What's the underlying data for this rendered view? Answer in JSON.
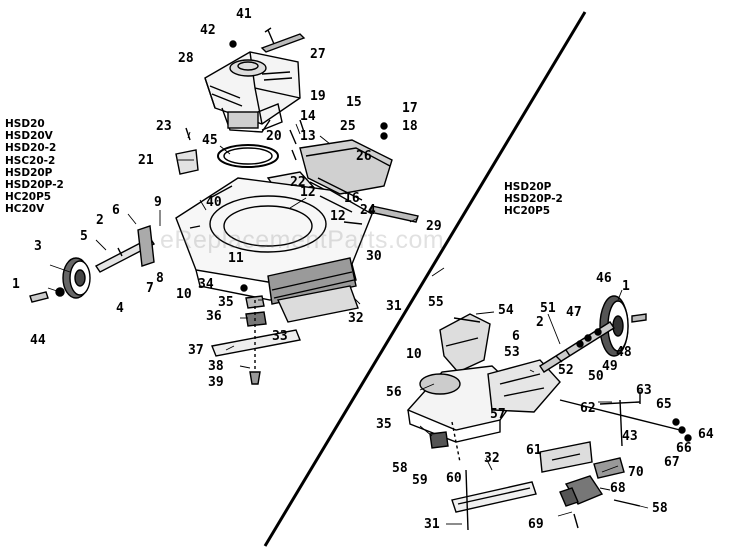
{
  "watermark": "eReplacementParts.com",
  "models_left": [
    "HSD20",
    "HSD20V",
    "HSD20-2",
    "HSC20-2",
    "HSD20P",
    "HSD20P-2",
    "HC20P5",
    "HC20V"
  ],
  "models_right": [
    "HSD20P",
    "HSD20P-2",
    "HC20P5"
  ],
  "callouts": [
    {
      "id": "42",
      "label": "42"
    },
    {
      "id": "41",
      "label": "41"
    },
    {
      "id": "27",
      "label": "27"
    },
    {
      "id": "28",
      "label": "28"
    },
    {
      "id": "19",
      "label": "19"
    },
    {
      "id": "15",
      "label": "15"
    },
    {
      "id": "17",
      "label": "17"
    },
    {
      "id": "18",
      "label": "18"
    },
    {
      "id": "14",
      "label": "14"
    },
    {
      "id": "23",
      "label": "23"
    },
    {
      "id": "45",
      "label": "45"
    },
    {
      "id": "20",
      "label": "20"
    },
    {
      "id": "13",
      "label": "13"
    },
    {
      "id": "25",
      "label": "25"
    },
    {
      "id": "26",
      "label": "26"
    },
    {
      "id": "21",
      "label": "21"
    },
    {
      "id": "22",
      "label": "22"
    },
    {
      "id": "12a",
      "label": "12"
    },
    {
      "id": "16",
      "label": "16"
    },
    {
      "id": "12b",
      "label": "12"
    },
    {
      "id": "24",
      "label": "24"
    },
    {
      "id": "9",
      "label": "9"
    },
    {
      "id": "40",
      "label": "40"
    },
    {
      "id": "6",
      "label": "6"
    },
    {
      "id": "29",
      "label": "29"
    },
    {
      "id": "2",
      "label": "2"
    },
    {
      "id": "5",
      "label": "5"
    },
    {
      "id": "3",
      "label": "3"
    },
    {
      "id": "11",
      "label": "11"
    },
    {
      "id": "30",
      "label": "30"
    },
    {
      "id": "8",
      "label": "8"
    },
    {
      "id": "1",
      "label": "1"
    },
    {
      "id": "7",
      "label": "7"
    },
    {
      "id": "34",
      "label": "34"
    },
    {
      "id": "10",
      "label": "10"
    },
    {
      "id": "4",
      "label": "4"
    },
    {
      "id": "35",
      "label": "35"
    },
    {
      "id": "31",
      "label": "31"
    },
    {
      "id": "36",
      "label": "36"
    },
    {
      "id": "32",
      "label": "32"
    },
    {
      "id": "33",
      "label": "33"
    },
    {
      "id": "44",
      "label": "44"
    },
    {
      "id": "37",
      "label": "37"
    },
    {
      "id": "38",
      "label": "38"
    },
    {
      "id": "39",
      "label": "39"
    },
    {
      "id": "r46",
      "label": "46"
    },
    {
      "id": "r1",
      "label": "1"
    },
    {
      "id": "r55",
      "label": "55"
    },
    {
      "id": "r54",
      "label": "54"
    },
    {
      "id": "r51",
      "label": "51"
    },
    {
      "id": "r47",
      "label": "47"
    },
    {
      "id": "r2",
      "label": "2"
    },
    {
      "id": "r6",
      "label": "6"
    },
    {
      "id": "r10",
      "label": "10"
    },
    {
      "id": "r53",
      "label": "53"
    },
    {
      "id": "r48",
      "label": "48"
    },
    {
      "id": "r49",
      "label": "49"
    },
    {
      "id": "r50",
      "label": "50"
    },
    {
      "id": "r52",
      "label": "52"
    },
    {
      "id": "r56",
      "label": "56"
    },
    {
      "id": "r63",
      "label": "63"
    },
    {
      "id": "r57",
      "label": "57"
    },
    {
      "id": "r62",
      "label": "62"
    },
    {
      "id": "r65",
      "label": "65"
    },
    {
      "id": "r35",
      "label": "35"
    },
    {
      "id": "r43",
      "label": "43"
    },
    {
      "id": "r64",
      "label": "64"
    },
    {
      "id": "r66",
      "label": "66"
    },
    {
      "id": "r67",
      "label": "67"
    },
    {
      "id": "r61",
      "label": "61"
    },
    {
      "id": "r32",
      "label": "32"
    },
    {
      "id": "r58a",
      "label": "58"
    },
    {
      "id": "r59",
      "label": "59"
    },
    {
      "id": "r60",
      "label": "60"
    },
    {
      "id": "r70",
      "label": "70"
    },
    {
      "id": "r68",
      "label": "68"
    },
    {
      "id": "r58b",
      "label": "58"
    },
    {
      "id": "r31",
      "label": "31"
    },
    {
      "id": "r69",
      "label": "69"
    }
  ]
}
